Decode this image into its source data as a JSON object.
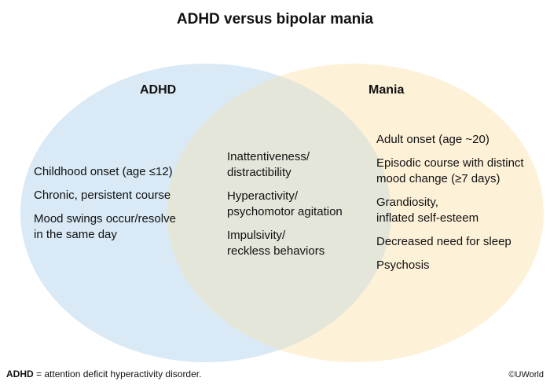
{
  "title": "ADHD versus bipolar mania",
  "sets": {
    "left": {
      "label": "ADHD",
      "color": "#d9e9f5"
    },
    "right": {
      "label": "Mania",
      "color": "#fdf1d8"
    },
    "overlap_color": "#e4e6d9"
  },
  "left_items": [
    "Childhood onset (age ≤12)",
    "Chronic, persistent course",
    "Mood swings occur/resolve\nin the same day"
  ],
  "overlap_items": [
    "Inattentiveness/\ndistractibility",
    "Hyperactivity/\npsychomotor agitation",
    "Impulsivity/\nreckless behaviors"
  ],
  "right_items": [
    "Adult onset (age ~20)",
    "Episodic course with distinct\nmood change (≥7 days)",
    "Grandiosity,\ninflated self-esteem",
    "Decreased need for sleep",
    "Psychosis"
  ],
  "footnote": {
    "abbr": "ADHD",
    "text": " = attention deficit hyperactivity disorder."
  },
  "copyright": "©UWorld"
}
